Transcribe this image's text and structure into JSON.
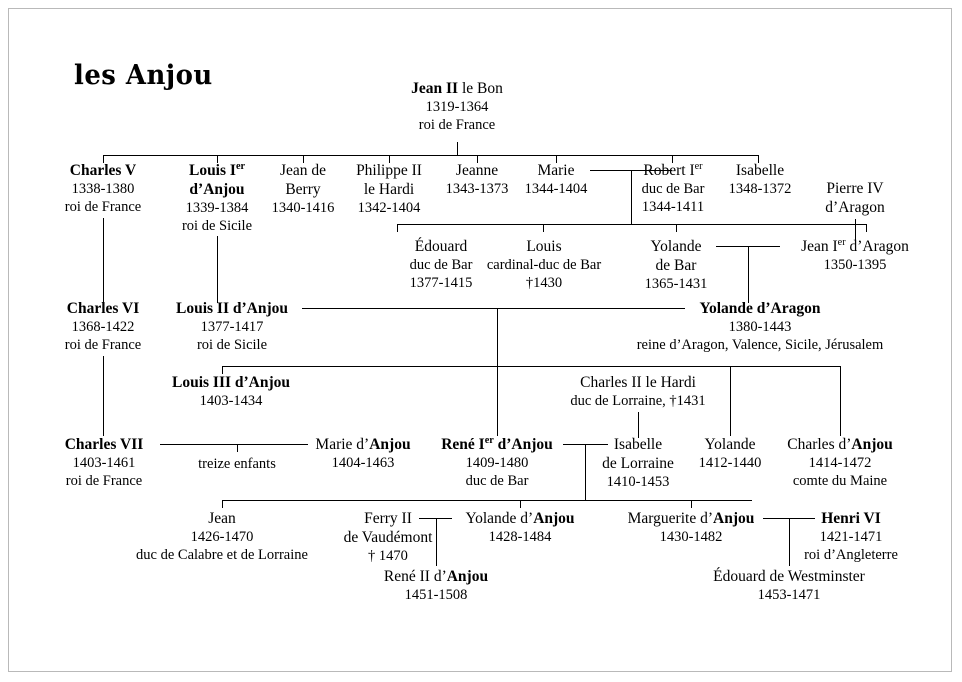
{
  "title": "les Anjou",
  "chart_kind": "genealogy-tree",
  "generations": [
    {
      "id": "gen1",
      "people": [
        {
          "id": "jean2",
          "name_parts": [
            {
              "text": "Jean II",
              "bold": true
            },
            {
              "text": " le Bon",
              "bold": false
            }
          ],
          "dates": "1319-1364",
          "titles": [
            "roi de France"
          ]
        }
      ]
    },
    {
      "id": "gen2",
      "people": [
        {
          "id": "charles5",
          "name_parts": [
            {
              "text": "Charles V",
              "bold": true
            }
          ],
          "dates": "1338-1380",
          "titles": [
            "roi de France"
          ]
        },
        {
          "id": "louis1",
          "name_parts": [
            {
              "text": "Louis Ier",
              "bold": true
            }
          ],
          "name_line2": "d’Anjou",
          "dates": "1339-1384",
          "titles": [
            "roi de Sicile"
          ]
        },
        {
          "id": "jean-berry",
          "name_parts": [
            {
              "text": "Jean de",
              "bold": false
            }
          ],
          "name_line2": "Berry",
          "dates": "1340-1416",
          "titles": []
        },
        {
          "id": "philippe2",
          "name_parts": [
            {
              "text": "Philippe II",
              "bold": false
            }
          ],
          "name_line2": "le Hardi",
          "dates": "1342-1404",
          "titles": []
        },
        {
          "id": "jeanne",
          "name_parts": [
            {
              "text": "Jeanne",
              "bold": false
            }
          ],
          "dates": "1343-1373",
          "titles": []
        },
        {
          "id": "marie",
          "name_parts": [
            {
              "text": "Marie",
              "bold": false
            }
          ],
          "dates": "1344-1404",
          "titles": []
        },
        {
          "id": "robert1",
          "name_parts": [
            {
              "text": "Robert Ier",
              "bold": false
            }
          ],
          "dates": "1344-1411",
          "titles": [
            "duc de Bar"
          ]
        },
        {
          "id": "isabelle",
          "name_parts": [
            {
              "text": "Isabelle",
              "bold": false
            }
          ],
          "dates": "1348-1372",
          "titles": []
        },
        {
          "id": "pierre4",
          "name_parts": [
            {
              "text": "Pierre IV",
              "bold": false
            }
          ],
          "name_line2": "d’Aragon",
          "dates": "",
          "titles": []
        }
      ]
    },
    {
      "id": "gen3",
      "people": [
        {
          "id": "edouard-bar",
          "name_parts": [
            {
              "text": "Édouard",
              "bold": false
            }
          ],
          "dates": "1377-1415",
          "titles": [
            "duc de Bar"
          ]
        },
        {
          "id": "louis-bar",
          "name_parts": [
            {
              "text": "Louis",
              "bold": false
            }
          ],
          "dates": "†1430",
          "titles": [
            "cardinal-duc de Bar"
          ]
        },
        {
          "id": "yolande-bar",
          "name_parts": [
            {
              "text": "Yolande",
              "bold": false
            }
          ],
          "name_line2": "de Bar",
          "dates": "1365-1431",
          "titles": []
        },
        {
          "id": "jean1-aragon",
          "name_parts": [
            {
              "text": "Jean Ier d’Aragon",
              "bold": false
            }
          ],
          "dates": "1350-1395",
          "titles": []
        }
      ]
    },
    {
      "id": "gen4",
      "people": [
        {
          "id": "charles6",
          "name_parts": [
            {
              "text": "Charles VI",
              "bold": true
            }
          ],
          "dates": "1368-1422",
          "titles": [
            "roi de France"
          ]
        },
        {
          "id": "louis2",
          "name_parts": [
            {
              "text": "Louis II d’Anjou",
              "bold": true
            }
          ],
          "dates": "1377-1417",
          "titles": [
            "roi de Sicile"
          ]
        },
        {
          "id": "yolande-aragon",
          "name_parts": [
            {
              "text": "Yolande d’Aragon",
              "bold": true
            }
          ],
          "dates": "1380-1443",
          "titles": [
            "reine d’Aragon, Valence, Sicile, Jérusalem"
          ]
        }
      ]
    },
    {
      "id": "gen5",
      "people": [
        {
          "id": "louis3",
          "name_parts": [
            {
              "text": "Louis III d’Anjou",
              "bold": true
            }
          ],
          "dates": "1403-1434",
          "titles": []
        },
        {
          "id": "charles2-lorraine",
          "name_parts": [
            {
              "text": "Charles II le Hardi",
              "bold": false
            }
          ],
          "dates": "",
          "titles": [
            "duc de Lorraine, †1431"
          ]
        }
      ]
    },
    {
      "id": "gen6",
      "people": [
        {
          "id": "charles7",
          "name_parts": [
            {
              "text": "Charles VII",
              "bold": true
            }
          ],
          "dates": "1403-1461",
          "titles": [
            "roi de France"
          ]
        },
        {
          "id": "marie-anjou",
          "name_parts": [
            {
              "text": "Marie d’",
              "bold": false
            },
            {
              "text": "Anjou",
              "bold": true
            }
          ],
          "dates": "1404-1463",
          "titles": []
        },
        {
          "id": "rene1",
          "name_parts": [
            {
              "text": "René Ier d’Anjou",
              "bold": true
            }
          ],
          "dates": "1409-1480",
          "titles": [
            "duc de Bar"
          ]
        },
        {
          "id": "isabelle-lorraine",
          "name_parts": [
            {
              "text": "Isabelle",
              "bold": false
            }
          ],
          "name_line2": "de Lorraine",
          "dates": "1410-1453",
          "titles": []
        },
        {
          "id": "yolande-anjou-1412",
          "name_parts": [
            {
              "text": "Yolande",
              "bold": false
            }
          ],
          "dates": "1412-1440",
          "titles": []
        },
        {
          "id": "charles-anjou",
          "name_parts": [
            {
              "text": "Charles d’",
              "bold": false
            },
            {
              "text": "Anjou",
              "bold": true
            }
          ],
          "dates": "1414-1472",
          "titles": [
            "comte du Maine"
          ]
        }
      ]
    },
    {
      "id": "gen7",
      "people": [
        {
          "id": "jean-calabre",
          "name_parts": [
            {
              "text": "Jean",
              "bold": false
            }
          ],
          "dates": "1426-1470",
          "titles": [
            "duc de Calabre et de Lorraine"
          ]
        },
        {
          "id": "ferry2",
          "name_parts": [
            {
              "text": "Ferry II",
              "bold": false
            }
          ],
          "name_line2": "de Vaudémont",
          "dates": "† 1470",
          "titles": []
        },
        {
          "id": "yolande-anjou-1428",
          "name_parts": [
            {
              "text": "Yolande d’",
              "bold": false
            },
            {
              "text": "Anjou",
              "bold": true
            }
          ],
          "dates": "1428-1484",
          "titles": []
        },
        {
          "id": "marguerite-anjou",
          "name_parts": [
            {
              "text": "Marguerite d’",
              "bold": false
            },
            {
              "text": "Anjou",
              "bold": true
            }
          ],
          "dates": "1430-1482",
          "titles": []
        },
        {
          "id": "henri6",
          "name_parts": [
            {
              "text": "Henri VI",
              "bold": true
            }
          ],
          "dates": "1421-1471",
          "titles": [
            "roi d’Angleterre"
          ]
        }
      ]
    },
    {
      "id": "gen8",
      "people": [
        {
          "id": "rene2",
          "name_parts": [
            {
              "text": "René II d’",
              "bold": false
            },
            {
              "text": "Anjou",
              "bold": true
            }
          ],
          "dates": "1451-1508",
          "titles": []
        },
        {
          "id": "edouard-westminster",
          "name_parts": [
            {
              "text": "Édouard de Westminster",
              "bold": false
            }
          ],
          "dates": "1453-1471",
          "titles": []
        }
      ]
    }
  ],
  "nodes": {
    "jean2": {
      "name_html": "<b>Jean II</b> le Bon",
      "dates": "1319-1364",
      "line3": "roi de France"
    },
    "charles5": {
      "name_html": "<b>Charles V</b>",
      "dates": "1338-1380",
      "line3": "roi de France"
    },
    "louis1": {
      "name_html": "<b>Louis I<sup>er</sup></b>",
      "name2_html": "<b>d’Anjou</b>",
      "dates": "1339-1384",
      "line3": "roi de Sicile"
    },
    "jean_berry": {
      "name_html": "Jean de",
      "name2_html": "Berry",
      "dates": "1340-1416",
      "line3": ""
    },
    "philippe2": {
      "name_html": "Philippe II",
      "name2_html": "le Hardi",
      "dates": "1342-1404",
      "line3": ""
    },
    "jeanne": {
      "name_html": "Jeanne",
      "dates": "1343-1373",
      "line3": ""
    },
    "marie": {
      "name_html": "Marie",
      "dates": "1344-1404",
      "line3": ""
    },
    "robert1": {
      "name_html": "Robert I<sup>er</sup>",
      "name2_html": "duc de Bar",
      "dates": "1344-1411",
      "line3": ""
    },
    "isabelle": {
      "name_html": "Isabelle",
      "dates": "1348-1372",
      "line3": ""
    },
    "pierre4": {
      "name_html": "Pierre IV",
      "name2_html": "d’Aragon",
      "dates": "",
      "line3": ""
    },
    "edouard_bar": {
      "name_html": "Édouard",
      "name2_html": "duc de Bar",
      "dates": "1377-1415",
      "line3": ""
    },
    "louis_bar": {
      "name_html": "Louis",
      "name2_html": "cardinal-duc de Bar",
      "dates": "†1430",
      "line3": ""
    },
    "yolande_bar": {
      "name_html": "Yolande",
      "name2_html": "de Bar",
      "dates": "1365-1431",
      "line3": ""
    },
    "jean1_aragon": {
      "name_html": "Jean I<sup>er</sup> d’Aragon",
      "dates": "1350-1395",
      "line3": ""
    },
    "charles6": {
      "name_html": "<b>Charles VI</b>",
      "dates": "1368-1422",
      "line3": "roi de France"
    },
    "louis2": {
      "name_html": "<b>Louis II d’Anjou</b>",
      "dates": "1377-1417",
      "line3": "roi de Sicile"
    },
    "yolande_aragon": {
      "name_html": "<b>Yolande d’Aragon</b>",
      "dates": "1380-1443",
      "line3": "reine d’Aragon, Valence, Sicile, Jérusalem"
    },
    "louis3": {
      "name_html": "<b>Louis III d’Anjou</b>",
      "dates": "1403-1434",
      "line3": ""
    },
    "charles2_lorraine": {
      "name_html": "Charles II le Hardi",
      "name2_html": "duc de Lorraine, †1431",
      "dates": "",
      "line3": ""
    },
    "charles7": {
      "name_html": "<b>Charles VII</b>",
      "dates": "1403-1461",
      "line3": "roi de France"
    },
    "treize": {
      "name_html": "",
      "dates": "treize enfants",
      "line3": ""
    },
    "marie_anjou": {
      "name_html": "Marie d’<b>Anjou</b>",
      "dates": "1404-1463",
      "line3": ""
    },
    "rene1": {
      "name_html": "<b>René I<sup>er</sup> d’Anjou</b>",
      "dates": "1409-1480",
      "line3": "duc de Bar"
    },
    "isabelle_lorraine": {
      "name_html": "Isabelle",
      "name2_html": "de Lorraine",
      "dates": "1410-1453",
      "line3": ""
    },
    "yolande_1412": {
      "name_html": "Yolande",
      "dates": "1412-1440",
      "line3": ""
    },
    "charles_anjou": {
      "name_html": "Charles d’<b>Anjou</b>",
      "dates": "1414-1472",
      "line3": "comte du Maine"
    },
    "jean_calabre": {
      "name_html": "Jean",
      "dates": "1426-1470",
      "line3": "duc de Calabre et de Lorraine"
    },
    "ferry2": {
      "name_html": "Ferry II",
      "name2_html": "de Vaudémont",
      "dates": "† 1470",
      "line3": ""
    },
    "yolande_1428": {
      "name_html": "Yolande d’<b>Anjou</b>",
      "dates": "1428-1484",
      "line3": ""
    },
    "marguerite_anjou": {
      "name_html": "Marguerite d’<b>Anjou</b>",
      "dates": "1430-1482",
      "line3": ""
    },
    "henri6": {
      "name_html": "<b>Henri VI</b>",
      "dates": "1421-1471",
      "line3": "roi d’Angleterre"
    },
    "rene2": {
      "name_html": "René II d’<b>Anjou</b>",
      "dates": "1451-1508",
      "line3": ""
    },
    "edouard_westminster": {
      "name_html": "Édouard de Westminster",
      "dates": "1453-1471",
      "line3": ""
    }
  },
  "colors": {
    "ink": "#000000",
    "paper": "#ffffff",
    "border": "#b9b9b9"
  }
}
